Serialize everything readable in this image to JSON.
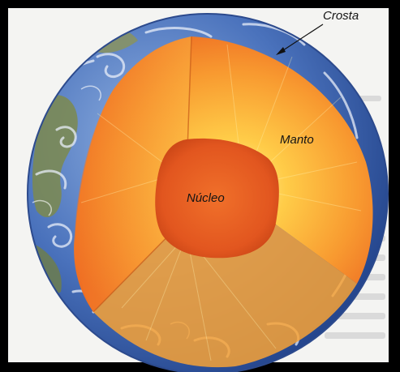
{
  "diagram": {
    "labels": {
      "crust": "Crosta",
      "mantle": "Manto",
      "core": "Núcleo"
    },
    "layers": [
      {
        "name": "crust",
        "color": "#4a6fb5"
      },
      {
        "name": "mantle",
        "color": "#f6a232"
      },
      {
        "name": "core",
        "color": "#e0551f"
      }
    ],
    "colors": {
      "frame": "#000000",
      "paper": "#f4f4f2",
      "ocean": "#3f66b0",
      "ocean_light": "#9fb7de",
      "land": "#7c8a4c",
      "mantle_inner": "#ffd24a",
      "mantle_outer": "#f58a2a",
      "core": "#e35a22",
      "label_text": "#141414"
    }
  }
}
